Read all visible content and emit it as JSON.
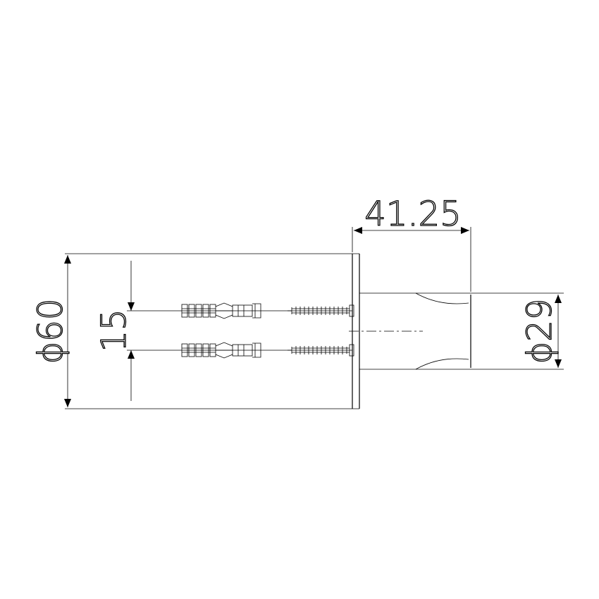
{
  "drawing": {
    "dimensions": {
      "overall_diameter": "ϕ60",
      "fixing_spacing": "15",
      "projection_length": "41.25",
      "bar_diameter": "ϕ29"
    },
    "colors": {
      "line": "#000000",
      "background": "#ffffff"
    }
  }
}
